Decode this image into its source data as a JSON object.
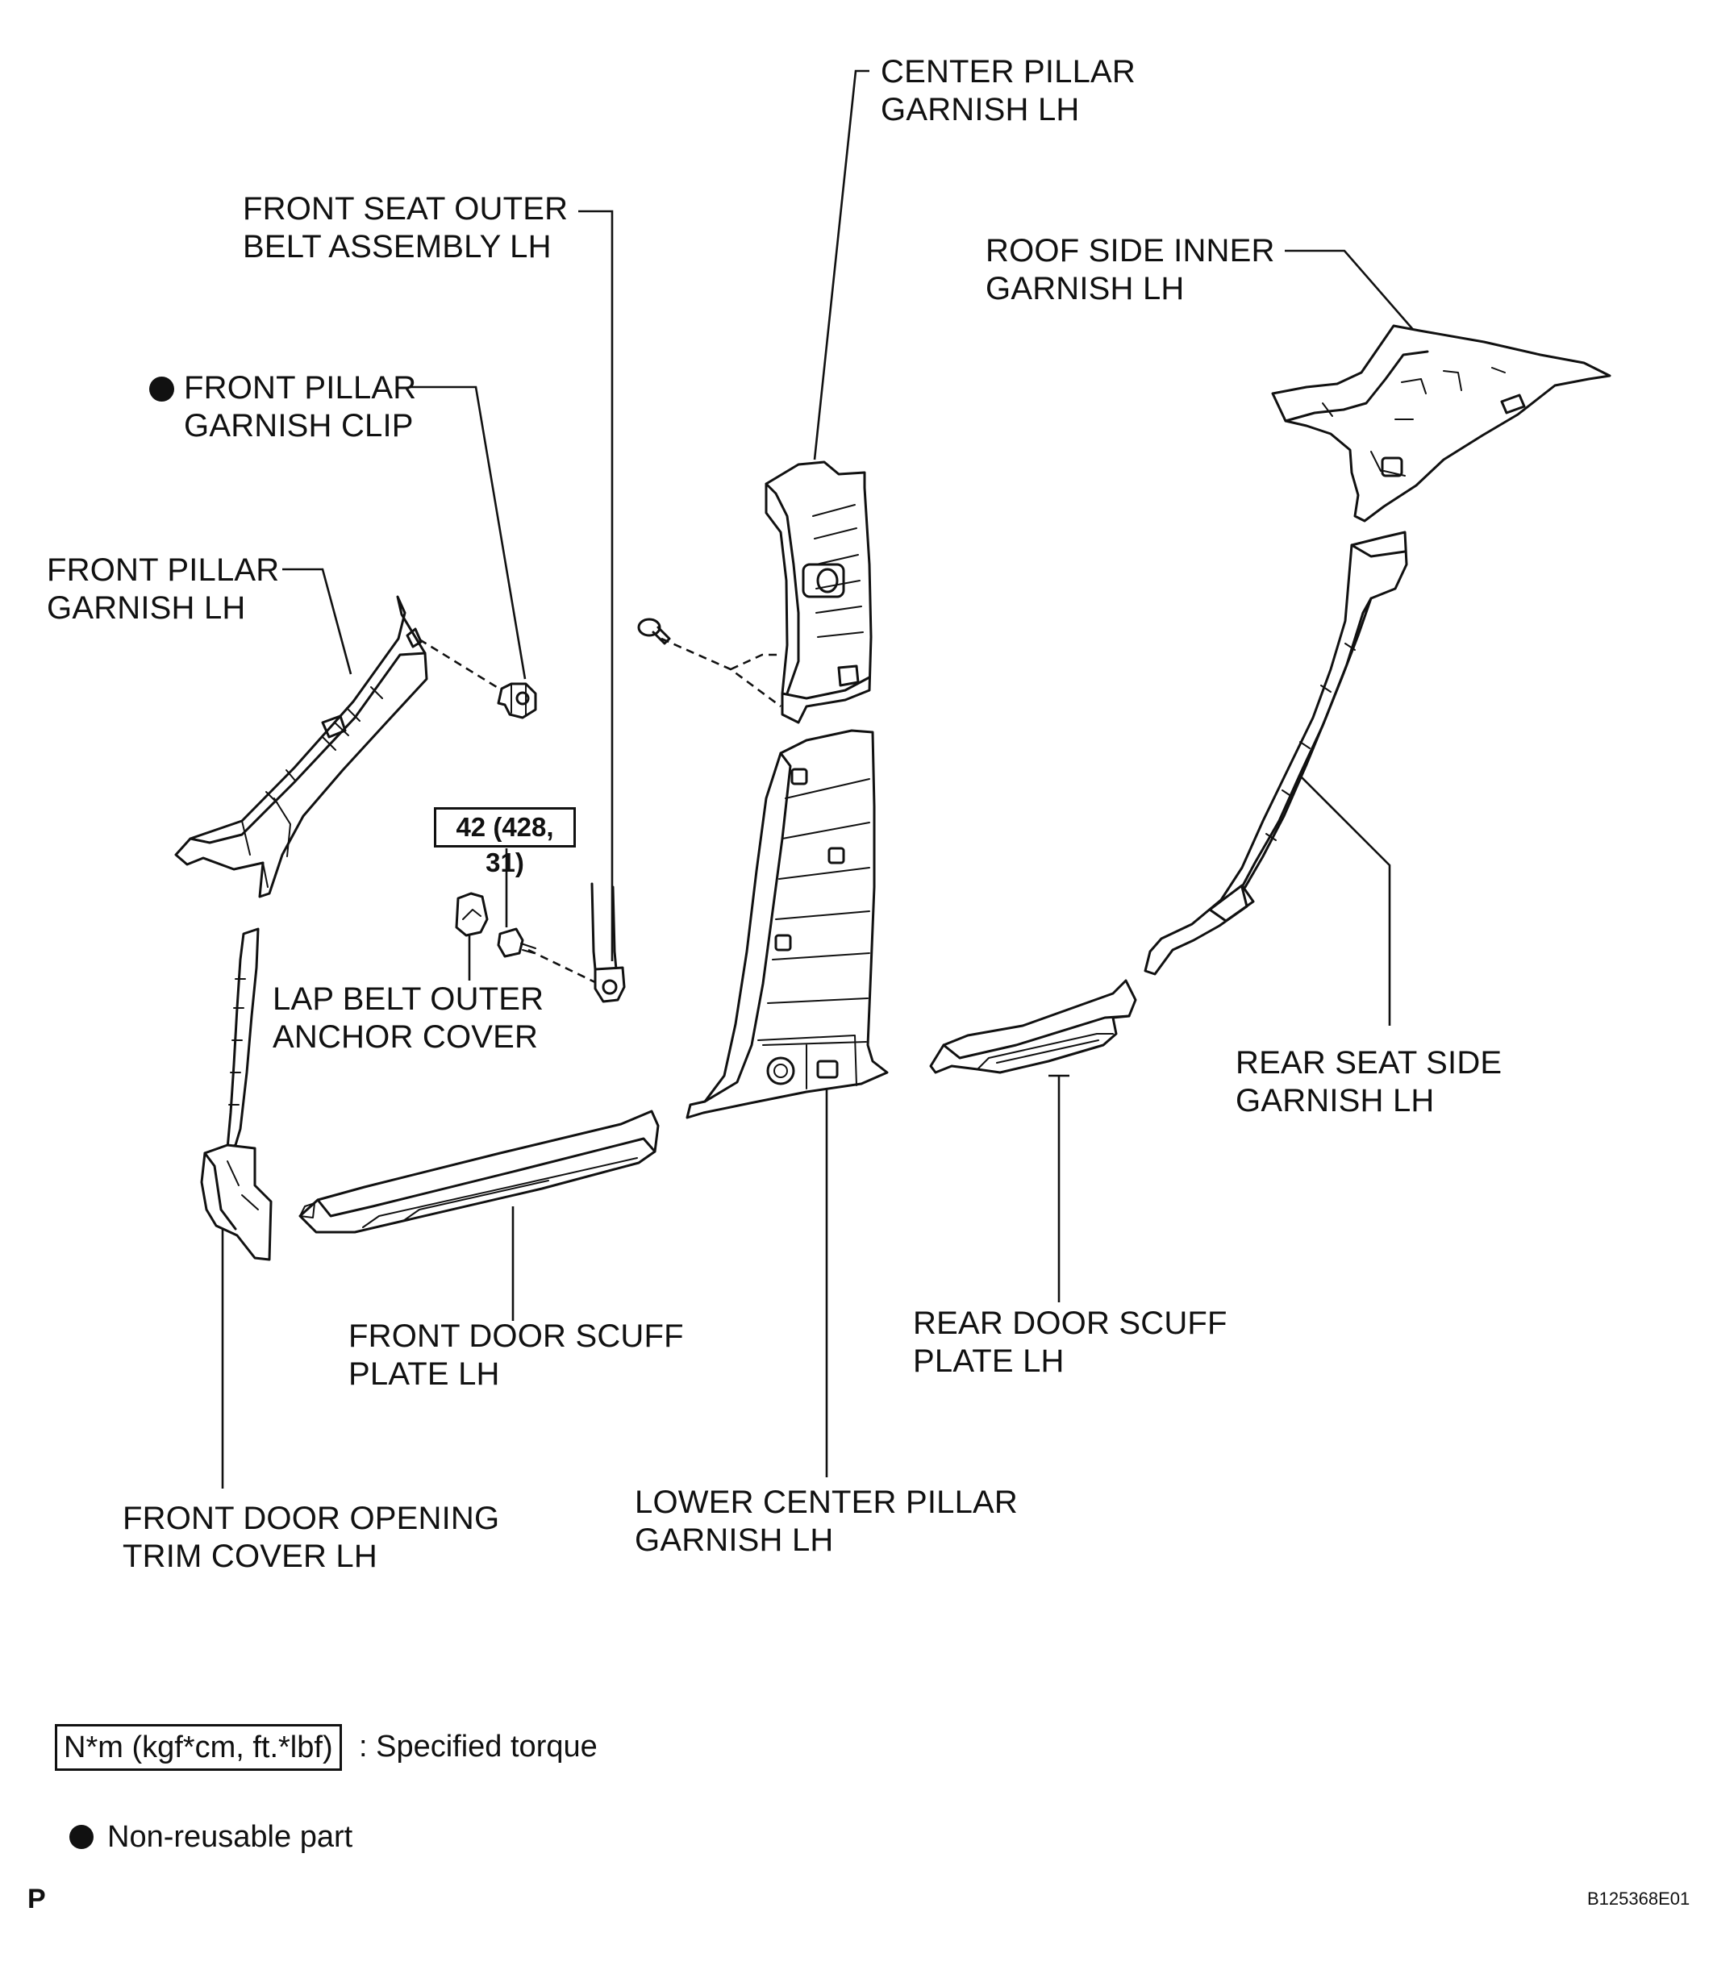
{
  "labels": {
    "center_pillar_garnish": "CENTER PILLAR\nGARNISH LH",
    "front_seat_outer_belt": "FRONT SEAT OUTER\nBELT ASSEMBLY LH",
    "roof_side_inner_garnish": "ROOF SIDE INNER\nGARNISH LH",
    "front_pillar_garnish_clip": "FRONT PILLAR\nGARNISH CLIP",
    "front_pillar_garnish": "FRONT PILLAR\nGARNISH LH",
    "lap_belt_outer_anchor_cover": "LAP BELT OUTER\nANCHOR COVER",
    "rear_seat_side_garnish": "REAR SEAT SIDE\nGARNISH LH",
    "front_door_scuff_plate": "FRONT DOOR SCUFF\nPLATE LH",
    "rear_door_scuff_plate": "REAR DOOR SCUFF\nPLATE LH",
    "front_door_opening_trim_cover": "FRONT DOOR OPENING\nTRIM COVER LH",
    "lower_center_pillar_garnish": "LOWER CENTER PILLAR\nGARNISH LH"
  },
  "torque": {
    "value": "42 (428, 31)"
  },
  "legend": {
    "torque_units": "N*m (kgf*cm, ft.*lbf)",
    "torque_desc": ": Specified torque",
    "non_reusable": "Non-reusable part"
  },
  "footer": {
    "page_code": "P",
    "figure_id": "B125368E01"
  }
}
